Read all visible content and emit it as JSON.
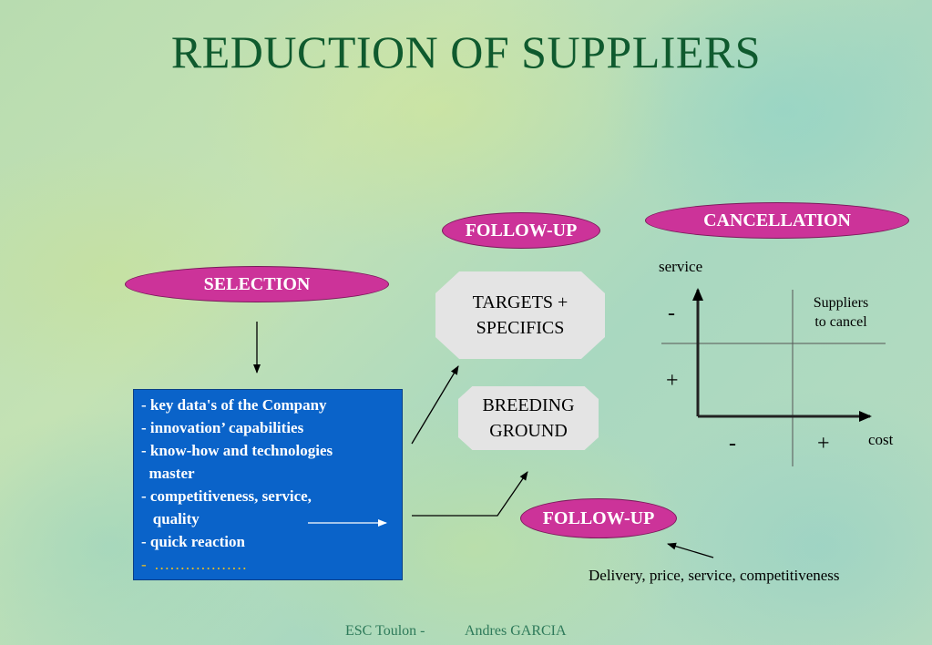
{
  "title": "REDUCTION OF SUPPLIERS",
  "pills": {
    "selection": "SELECTION",
    "follow_up_top": "FOLLOW-UP",
    "cancellation": "CANCELLATION",
    "follow_up_bottom": "FOLLOW-UP"
  },
  "boxes": {
    "targets_line1": "TARGETS +",
    "targets_line2": "SPECIFICS",
    "breeding_line1": "BREEDING",
    "breeding_line2": "GROUND"
  },
  "criteria": [
    "- key data's of the Company",
    "- innovation’ capabilities",
    "- know-how and technologies",
    "  master",
    "- competitiveness, service,",
    "   quality",
    "- quick reaction"
  ],
  "criteria_more": "-  ………………",
  "graph": {
    "y_label": "service",
    "x_label": "cost",
    "y_minus": "-",
    "y_plus": "+",
    "x_minus": "-",
    "x_plus": "+",
    "quadrant_note_line1": "Suppliers",
    "quadrant_note_line2": "to cancel"
  },
  "follow_up_note": "Delivery, price, service, competitiveness",
  "footer": {
    "school": "ESC Toulon -",
    "author": "Andres GARCIA"
  },
  "colors": {
    "pill": "#cc3399",
    "title": "#0f5a2e",
    "criteria_box": "#0a63c9",
    "octagon": "#e4e4e4"
  }
}
